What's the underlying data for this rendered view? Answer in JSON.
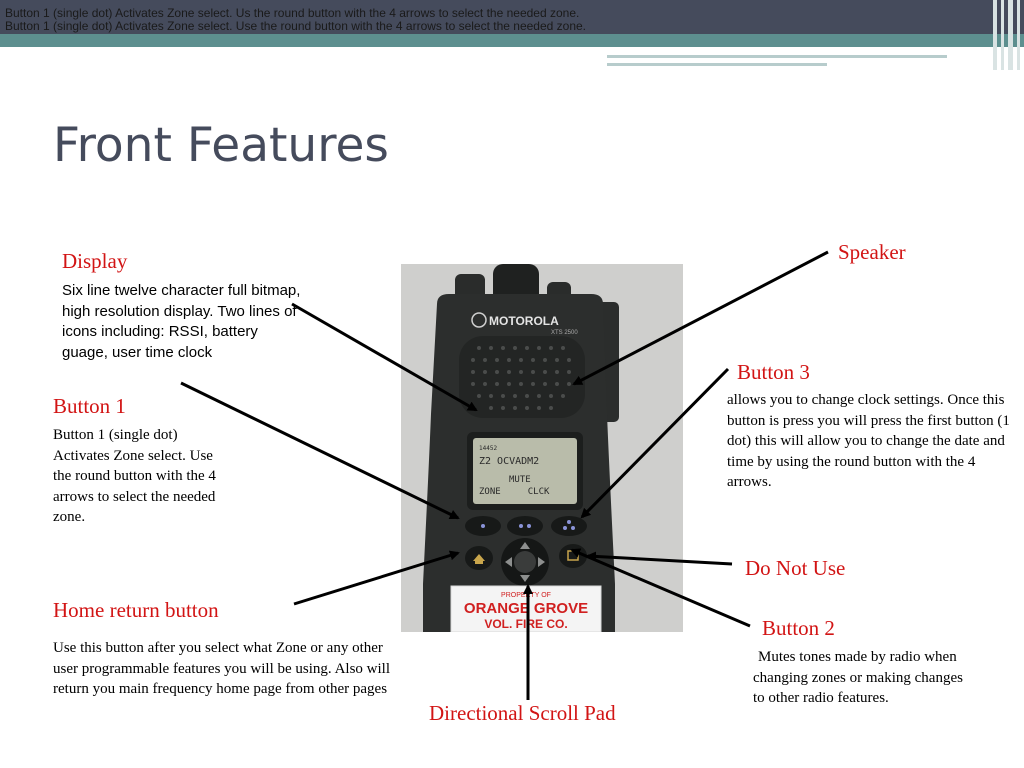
{
  "header": {
    "line1": "Button 1 (single  dot) Activates Zone select. Us the round button with the 4 arrows to select the needed zone.",
    "line2": "Button 1 (single  dot) Activates Zone select. Use the round button with the 4 arrows to select the needed zone."
  },
  "title": "Front Features",
  "display": {
    "label": "Display",
    "desc": "Six line twelve character full bitmap, high resolution display. Two lines of icons including: RSSI, battery guage, user time clock"
  },
  "button1": {
    "label": "Button 1",
    "desc": "Button 1 (single  dot) Activates Zone select. Use the round button with the 4 arrows to select the needed zone."
  },
  "home": {
    "label": "Home return button",
    "desc": "Use this button after you select what Zone or any other user programmable features you will be using. Also will return you main frequency home page from other pages"
  },
  "speaker": {
    "label": "Speaker"
  },
  "button3": {
    "label": "Button 3",
    "desc": "allows you to change clock settings. Once this button is press you will press the first button (1 dot) this will allow you to change the date and time by using the round button with the 4 arrows."
  },
  "do_not_use": {
    "label": "Do Not Use"
  },
  "button2": {
    "label": "Button 2",
    "desc": "Mutes tones made by radio when changing zones or making changes to other radio features."
  },
  "scroll_pad": {
    "label": "Directional Scroll Pad"
  },
  "radio": {
    "brand": "MOTOROLA",
    "model": "XTS 2500",
    "lcd": [
      "14452",
      "Z2 OCVADM2",
      "MUTE",
      "ZONE     CLCK"
    ],
    "tag_top": "PROPERTY OF",
    "tag_name": "ORANGE GROVE",
    "tag_sub": "VOL. FIRE CO."
  },
  "colors": {
    "label_red": "#d21414",
    "title_slate": "#454b5c",
    "header_bar": "#454b5c",
    "accent_teal": "#5d8f8f"
  }
}
